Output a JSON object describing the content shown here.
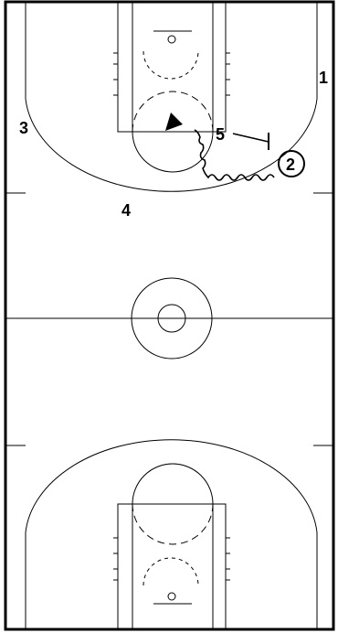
{
  "diagram": {
    "player_labels": {
      "p1": "1",
      "p2": "2",
      "p3": "3",
      "p4": "4",
      "p5": "5"
    },
    "colors": {
      "background": "#ffffff",
      "lines": "#000000"
    }
  }
}
